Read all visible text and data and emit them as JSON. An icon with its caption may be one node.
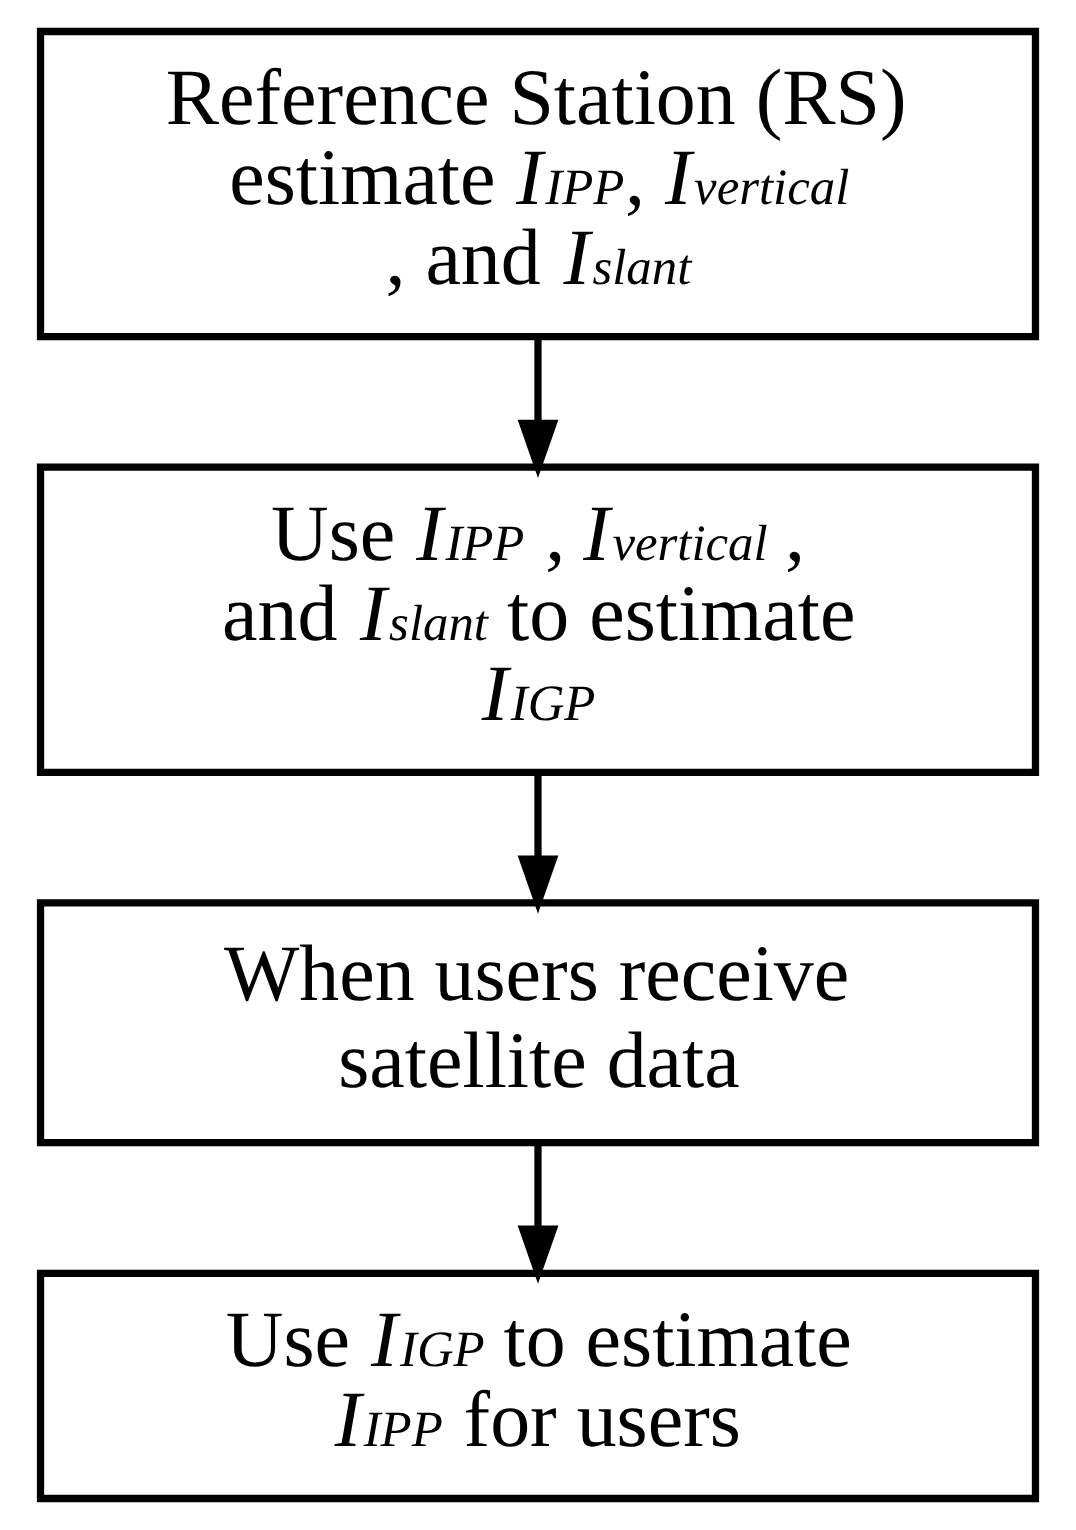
{
  "diagram": {
    "nodes": [
      {
        "text": [
          "Reference Station (RS) estimate *I*$_{IPP}$, *I*$_{vertical}$ , and *I*$_{slant}$"
        ]
      },
      {
        "text": [
          "Use *I*$_{IPP}$ , *I*$_{vertical}$ , and *I*$_{slant}$ to estimate *I*$_{IGP}$"
        ]
      },
      {
        "text": [
          "When users receive satellite data"
        ]
      },
      {
        "text": [
          "Use *I*$_{IGP}$ to estimate *I*$_{IPP}$ for users"
        ]
      }
    ],
    "edges": [
      {
        "from": 0,
        "to": 1,
        "arrow": "to"
      },
      {
        "from": 1,
        "to": 2,
        "arrow": "to"
      },
      {
        "from": 2,
        "to": 3,
        "arrow": "to"
      }
    ]
  }
}
